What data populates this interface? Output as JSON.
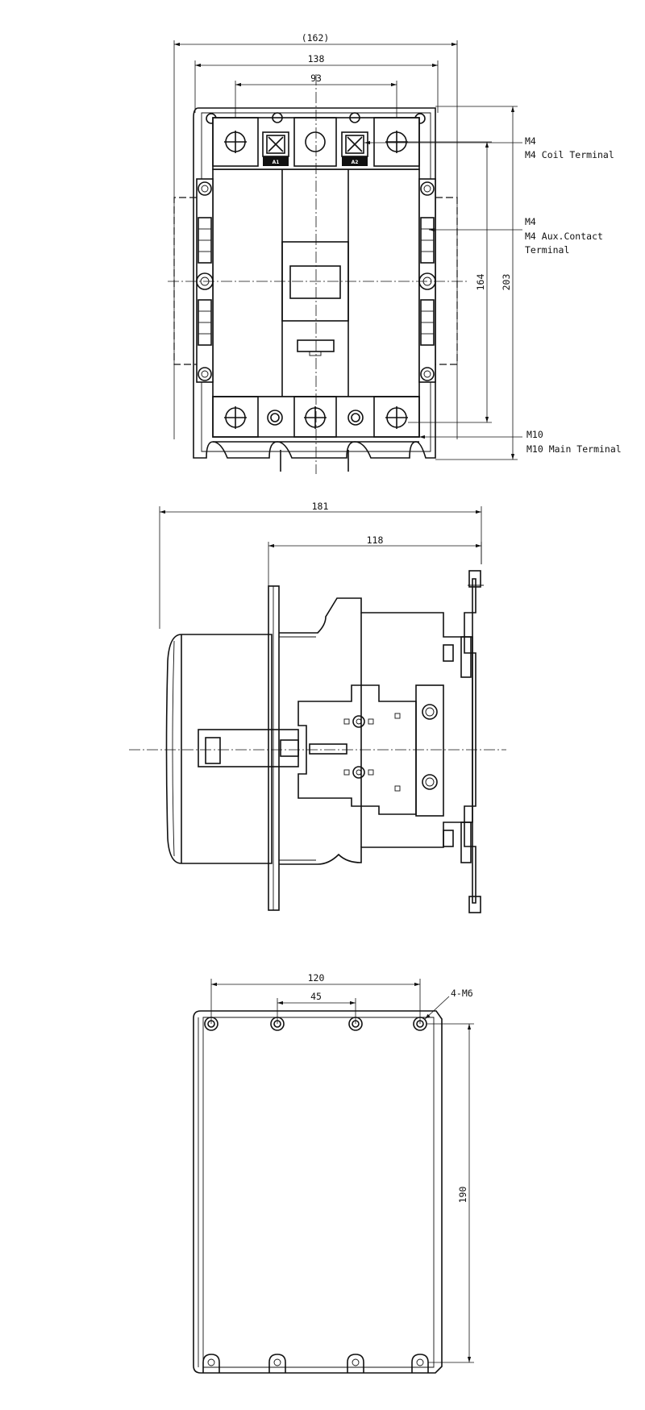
{
  "front_view": {
    "dimensions": {
      "overall_width": "(162)",
      "body_width": "138",
      "terminal_pitch": "93",
      "terminal_height": "164",
      "overall_height": "203"
    },
    "coil_terminal_marks": {
      "left": "A1",
      "right": "A2"
    },
    "callouts": {
      "coil": {
        "size": "M4",
        "description": "M4 Coil Terminal"
      },
      "aux": {
        "size": "M4",
        "description_line1": "M4 Aux.Contact",
        "description_line2": "Terminal"
      },
      "main": {
        "size": "M10",
        "description": "M10 Main Terminal"
      }
    }
  },
  "side_view": {
    "dimensions": {
      "overall_depth": "181",
      "mounting_depth": "118"
    }
  },
  "base_view": {
    "dimensions": {
      "outer_hole_pitch": "120",
      "inner_hole_pitch": "45",
      "vertical_hole_pitch": "190"
    },
    "hole_callout": "4-M6"
  }
}
